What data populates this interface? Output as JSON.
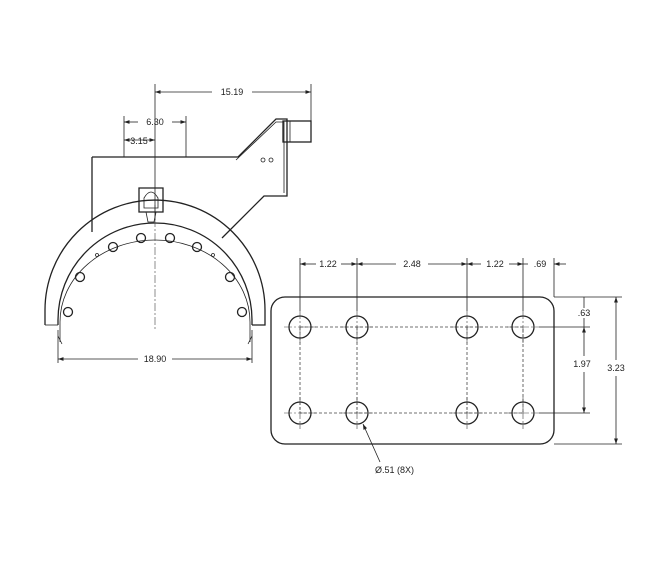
{
  "side_view": {
    "dims": {
      "overall": "15.19",
      "mid": "6.30",
      "small": "3.15",
      "width": "18.90"
    }
  },
  "plate_view": {
    "dims": {
      "x1": "1.22",
      "x2": "2.48",
      "x3": "1.22",
      "x4": ".69",
      "y1": ".63",
      "y2": "1.97",
      "y3": "3.23"
    },
    "hole_callout": "Ø.51 (8X)"
  }
}
